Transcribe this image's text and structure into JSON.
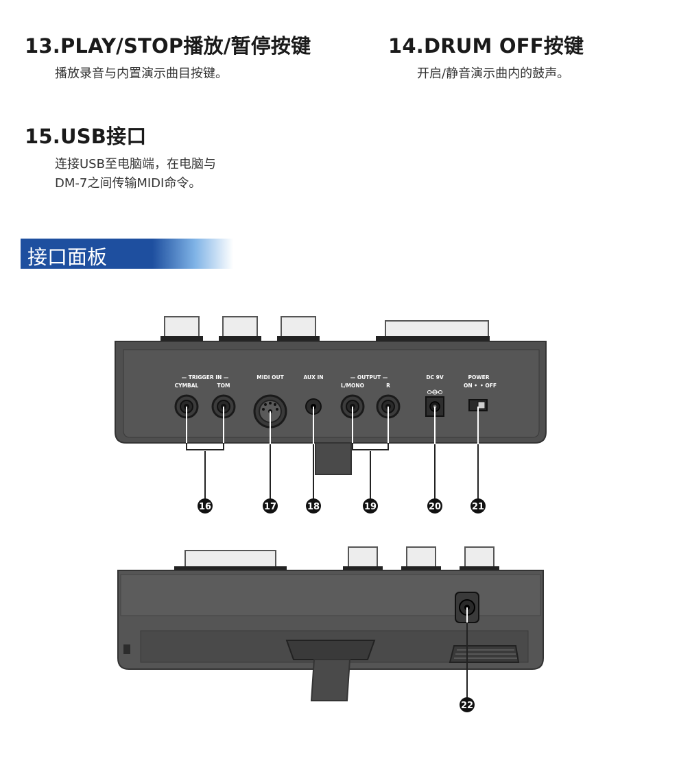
{
  "features": [
    {
      "title": "13.PLAY/STOP播放/暂停按键",
      "desc": [
        "播放录音与内置演示曲目按键。"
      ]
    },
    {
      "title": "14.DRUM OFF按键",
      "desc": [
        "开启/静音演示曲内的鼓声。"
      ]
    },
    {
      "title": "15.USB接口",
      "desc": [
        "连接USB至电脑端，在电脑与",
        "DM-7之间传输MIDI命令。"
      ]
    }
  ],
  "banner": {
    "title": "接口面板"
  },
  "panel_labels": {
    "trigger_in": "— TRIGGER IN —",
    "cymbal": "CYMBAL",
    "tom": "TOM",
    "midi_out": "MIDI OUT",
    "aux_in": "AUX IN",
    "output": "— OUTPUT —",
    "l_mono": "L/MONO",
    "r": "R",
    "dc_9v": "DC 9V",
    "power": "POWER",
    "on": "ON •",
    "off": "• OFF"
  },
  "callouts": [
    "16",
    "17",
    "18",
    "19",
    "20",
    "21",
    "22"
  ],
  "colors": {
    "banner": "#1e4f9f",
    "device": "#4e4e4e",
    "callout": "#111111"
  }
}
